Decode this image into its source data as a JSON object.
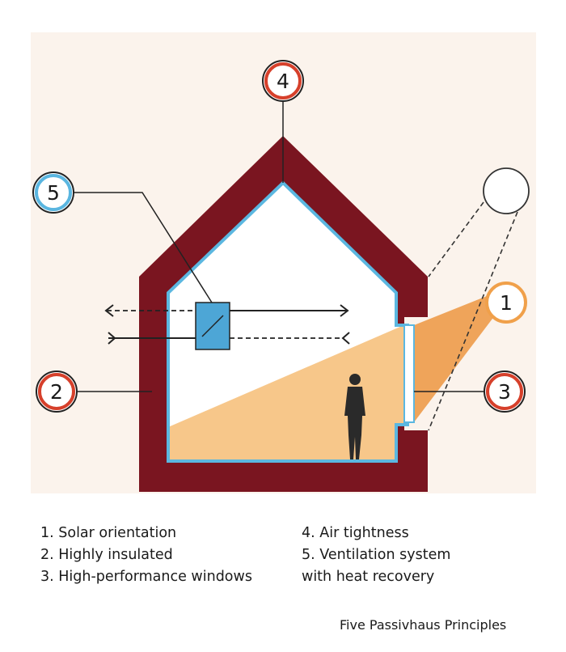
{
  "colors": {
    "background_panel": "#fbf3ec",
    "wall": "#7a1520",
    "airtight_line": "#5bb7e0",
    "sunlight": "#f7c78a",
    "sunlight_outside": "#efa45a",
    "person": "#2a2a2a",
    "ventilation_unit": "#4da6d6",
    "red_ring": "#d6402b",
    "blue_ring": "#5ab6e0",
    "orange_ring": "#f0a04a"
  },
  "markers": [
    {
      "id": "1",
      "label": "1",
      "ring": "orange"
    },
    {
      "id": "2",
      "label": "2",
      "ring": "red"
    },
    {
      "id": "3",
      "label": "3",
      "ring": "red"
    },
    {
      "id": "4",
      "label": "4",
      "ring": "red"
    },
    {
      "id": "5",
      "label": "5",
      "ring": "blue"
    }
  ],
  "legend": {
    "left": [
      "1. Solar orientation",
      "2. Highly insulated",
      "3. High-performance windows"
    ],
    "right": [
      "4. Air tightness",
      "5. Ventilation system",
      "with heat recovery"
    ]
  },
  "caption": "Five Passivhaus Principles"
}
